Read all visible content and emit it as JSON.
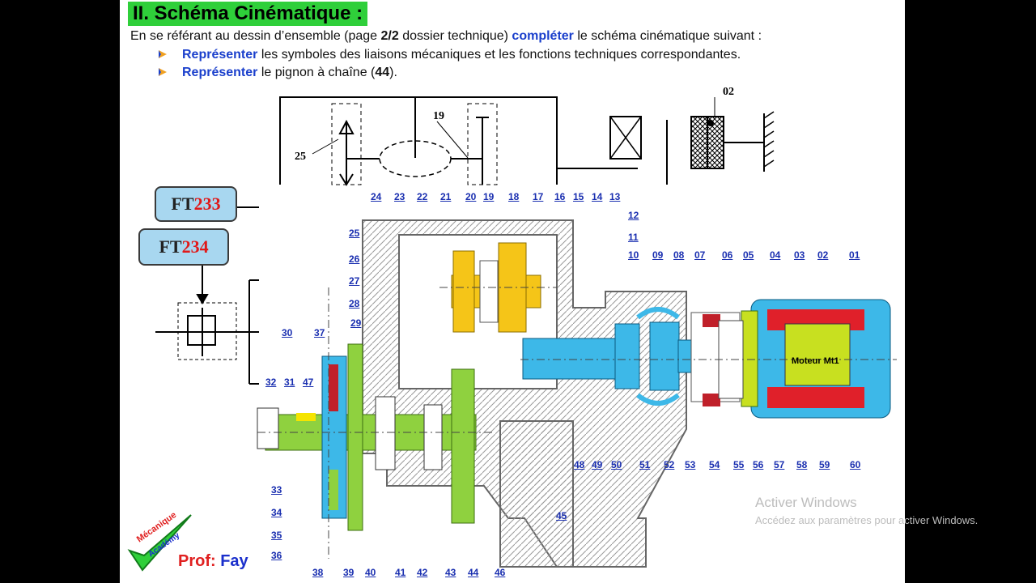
{
  "header": {
    "title": "II.  Schéma Cinématique :",
    "intro_pre": "En se référant au dessin d’ensemble (page ",
    "intro_page": "2/2",
    "intro_mid": " dossier technique) ",
    "intro_action": "compléter",
    "intro_post": " le schéma cinématique suivant :",
    "bullet1_action": "Représenter",
    "bullet1_text": " les symboles des liaisons mécaniques et les fonctions techniques correspondantes.",
    "bullet2_action": "Représenter",
    "bullet2_text": " le pignon à chaîne (",
    "bullet2_num": "44",
    "bullet2_end": ")."
  },
  "sketch_labels": {
    "label_25": "25",
    "label_19": "19",
    "label_02": "02"
  },
  "ft_boxes": {
    "ft233_prefix": "FT",
    "ft233_num": "233",
    "ft234_prefix": "FT",
    "ft234_num": "234"
  },
  "part_labels": {
    "top": [
      "24",
      "23",
      "22",
      "21",
      "20",
      "19",
      "18",
      "17",
      "16",
      "15",
      "14",
      "13",
      "12",
      "11",
      "10",
      "09",
      "08",
      "07",
      "06",
      "05",
      "04",
      "03",
      "02",
      "01"
    ],
    "left": [
      "25",
      "26",
      "27",
      "28",
      "29",
      "37",
      "30",
      "32",
      "31",
      "47",
      "33",
      "34",
      "35",
      "36"
    ],
    "bottom": [
      "38",
      "39",
      "40",
      "41",
      "42",
      "43",
      "44",
      "46",
      "45",
      "48",
      "49",
      "50",
      "51",
      "52",
      "53",
      "54",
      "55",
      "56",
      "57",
      "58",
      "59",
      "60"
    ]
  },
  "motor": {
    "label": "Moteur Mt1"
  },
  "footer": {
    "prof_label": "Prof: ",
    "prof_name": "Fay",
    "logo_line1": "Mécanique",
    "logo_line2": "Académy"
  },
  "watermark": {
    "line1": "Activer Windows",
    "line2": "Accédez aux paramètres pour activer Windows."
  },
  "colors": {
    "title_bg": "#2fcf3a",
    "accent_blue": "#1a3fcc",
    "shaft_green": "#8fd13f",
    "shaft_cyan": "#3db8e8",
    "pinion_yellow": "#f5c518",
    "motor_green": "#c8e020",
    "motor_red": "#e0202a"
  }
}
